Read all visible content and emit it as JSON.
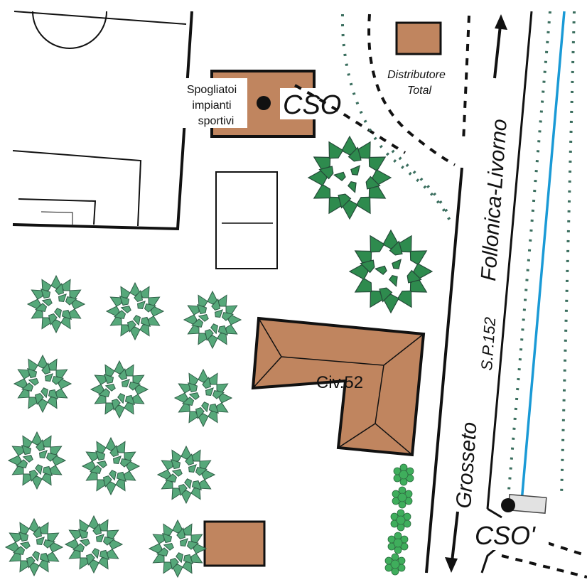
{
  "map": {
    "labels": {
      "spogliatoi_line1": "Spogliatoi",
      "spogliatoi_line2": "impianti",
      "spogliatoi_line3": "sportivi",
      "cso": "CSO",
      "distributore_line1": "Distributore",
      "distributore_line2": "Total",
      "follonica_livorno": "Follonica-Livorno",
      "sp152": "S.P.152",
      "grosseto": "Grosseto",
      "civ52": "Civ.52",
      "cso_prime": "CSO'"
    },
    "colors": {
      "building": "#c0855f",
      "tree_dark": "#2e8b4e",
      "tree_light": "#56a87a",
      "water_line": "#1a9ad6",
      "dotted_border": "#3a6e5e",
      "road": "#111111"
    },
    "icons": {
      "manhole": "black-dot-icon",
      "arrow": "arrow-icon"
    }
  }
}
